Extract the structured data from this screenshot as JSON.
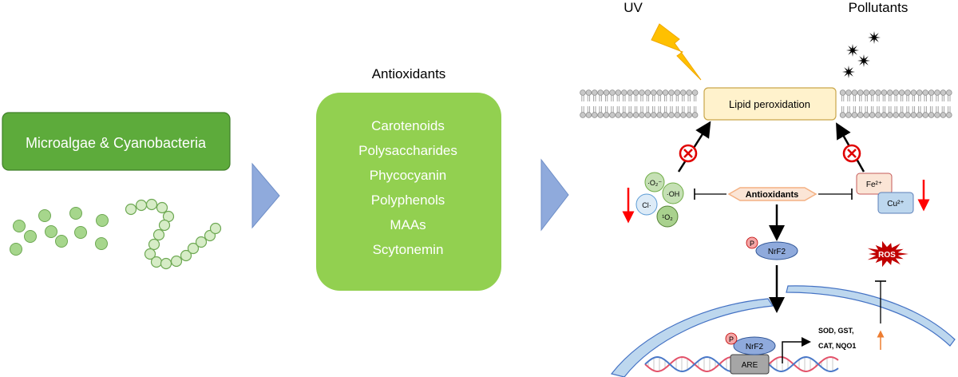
{
  "source": {
    "title": "Microalgae & Cyanobacteria",
    "box_color": "#5dab3b",
    "cell_color": "#a6d68c",
    "cell_stroke": "#6da852"
  },
  "antioxidants_panel": {
    "heading": "Antioxidants",
    "box_color": "#92d050",
    "items": [
      "Carotenoids",
      "Polysaccharides",
      "Phycocyanin",
      "Polyphenols",
      "MAAs",
      "Scytonemin"
    ]
  },
  "stressors": {
    "uv_label": "UV",
    "pollutants_label": "Pollutants",
    "bolt_color": "#ffc000"
  },
  "membrane": {
    "lipid_label": "Lipid peroxidation",
    "lipid_box_color": "#fff2cc"
  },
  "radicals": {
    "superoxide": "·O₂⁻",
    "hydroxyl": "·OH",
    "chlorine": "Cl·",
    "singlet_oxygen": "¹O₂"
  },
  "metals": {
    "iron": "Fe²⁺",
    "copper": "Cu²⁺"
  },
  "center": {
    "antioxidants_label": "Antioxidants",
    "hex_color": "#fbe5d6",
    "hex_stroke": "#f4b183"
  },
  "pathway": {
    "phospho": "P",
    "nrf2": "NrF2",
    "are": "ARE",
    "genes_line1": "SOD, GST,",
    "genes_line2": "CAT, NQO1",
    "ros": "ROS",
    "nrf2_color": "#8faadc",
    "ros_color": "#c00000"
  },
  "colors": {
    "arrow_blue": "#8faadc",
    "down_red": "#ff0000",
    "inhibit_red": "#e00000"
  }
}
